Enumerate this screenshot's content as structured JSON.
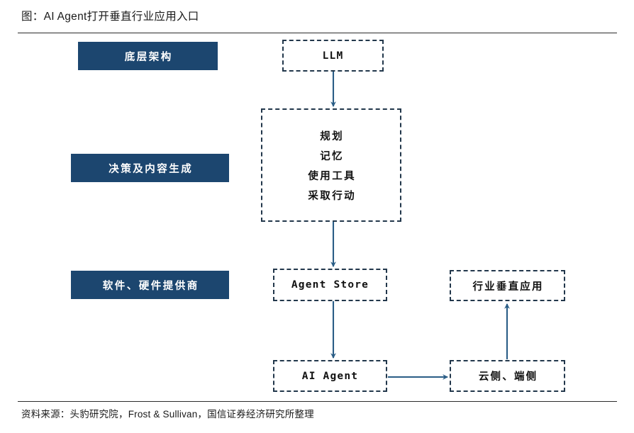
{
  "figure": {
    "title": "图：AI Agent打开垂直行业应用入口",
    "source": "资料来源：头豹研究院，Frost & Sullivan，国信证券经济研究所整理"
  },
  "colors": {
    "stage_fill": "#1c466f",
    "stage_text": "#ffffff",
    "node_border": "#22374b",
    "arrow": "#2a5d86",
    "rule": "#2b2b2b",
    "text": "#111111"
  },
  "stages": [
    {
      "id": "stage-infrastructure",
      "label": "底层架构"
    },
    {
      "id": "stage-decision-content",
      "label": "决策及内容生成"
    },
    {
      "id": "stage-providers",
      "label": "软件、硬件提供商"
    }
  ],
  "nodes": {
    "llm": {
      "label": "LLM"
    },
    "core_capabilities": {
      "lines": [
        "规划",
        "记忆",
        "使用工具",
        "采取行动"
      ]
    },
    "agent_store": {
      "label": "Agent Store"
    },
    "industry_vertical": {
      "label": "行业垂直应用"
    },
    "ai_agent": {
      "label": "AI Agent"
    },
    "cloud_edge": {
      "label": "云侧、端侧"
    }
  },
  "connections": [
    {
      "from": "llm",
      "to": "core_capabilities",
      "direction": "down"
    },
    {
      "from": "core_capabilities",
      "to": "agent_store",
      "direction": "down"
    },
    {
      "from": "agent_store",
      "to": "ai_agent",
      "direction": "down"
    },
    {
      "from": "ai_agent",
      "to": "cloud_edge",
      "direction": "right"
    },
    {
      "from": "cloud_edge",
      "to": "industry_vertical",
      "direction": "up"
    }
  ]
}
